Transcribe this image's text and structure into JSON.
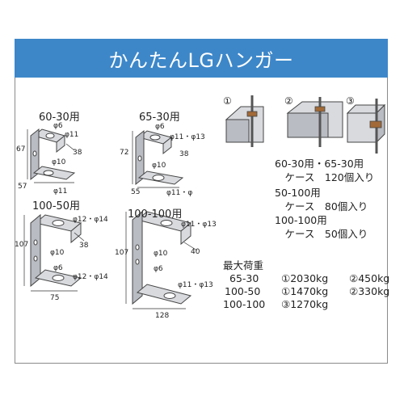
{
  "title": "かんたんLGハンガー",
  "models": {
    "m60_30": {
      "label": "60-30用",
      "d_top": "φ6",
      "d_top2": "φ11",
      "w38": "38",
      "h67": "67",
      "d10": "φ10",
      "w57": "57",
      "d_bottom": "φ11"
    },
    "m65_30": {
      "label": "65-30用",
      "d_top": "φ6",
      "d_top2": "φ11・φ13",
      "w38": "38",
      "h72": "72",
      "d10": "φ10",
      "w55": "55",
      "d_bottom": "φ11・φ"
    },
    "m100_50": {
      "label": "100-50用",
      "d_top": "φ12・φ14",
      "w38": "38",
      "h107": "107",
      "d10": "φ10",
      "d6": "φ6",
      "d_bottom": "φ12・φ14",
      "w75": "75"
    },
    "m100_100": {
      "label": "100-100用",
      "d_top": "φ11・φ13",
      "w40": "40",
      "h107": "107",
      "d10": "φ10",
      "d6": "φ6",
      "d_bottom": "φ11・φ13",
      "w128": "128"
    }
  },
  "install": {
    "n1": "①",
    "n2": "②",
    "n3": "③"
  },
  "packing": [
    "60-30用・65-30用",
    "　ケース　120個入り",
    "50-100用",
    "　ケース　80個入り",
    "100-100用",
    "　ケース　50個入り"
  ],
  "load": {
    "heading": "最大荷重",
    "rows": [
      {
        "model": "65-30",
        "v1": "①2030kg",
        "v2": "②450kg"
      },
      {
        "model": "100-50",
        "v1": "①1470kg",
        "v2": "②330kg"
      },
      {
        "model": "100-100",
        "v1": "③1270kg",
        "v2": ""
      }
    ]
  },
  "colors": {
    "title_bg": "#3d87c9",
    "metal": "#d8dade"
  }
}
